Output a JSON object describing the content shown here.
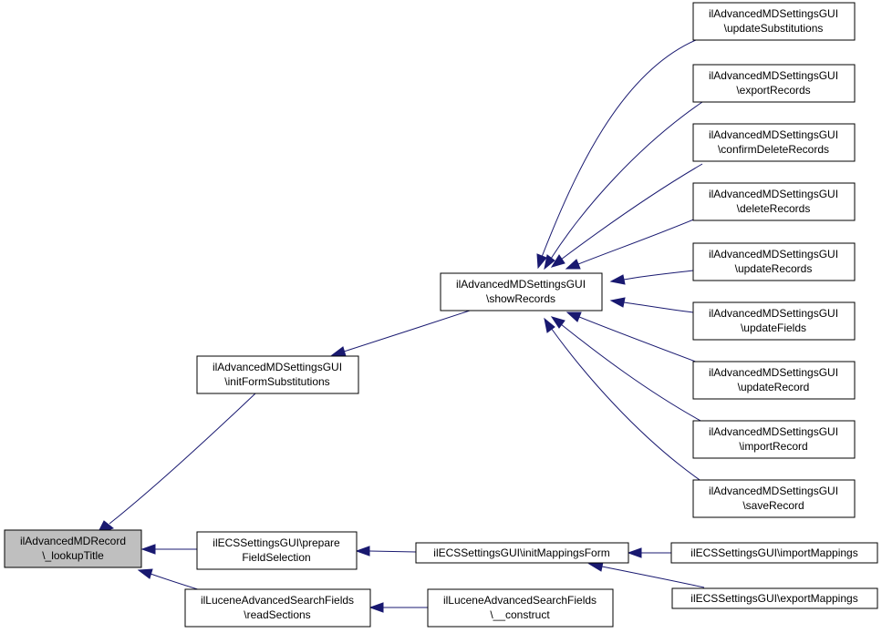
{
  "colors": {
    "edge": "#191970",
    "root_fill": "#bfbfbf",
    "node_fill": "#ffffff",
    "border": "#000000"
  },
  "nodes": {
    "root": {
      "line1": "ilAdvancedMDRecord",
      "line2": "\\_lookupTitle"
    },
    "init_form_substitutions": {
      "line1": "ilAdvancedMDSettingsGUI",
      "line2": "\\initFormSubstitutions"
    },
    "show_records": {
      "line1": "ilAdvancedMDSettingsGUI",
      "line2": "\\showRecords"
    },
    "update_substitutions": {
      "line1": "ilAdvancedMDSettingsGUI",
      "line2": "\\updateSubstitutions"
    },
    "export_records": {
      "line1": "ilAdvancedMDSettingsGUI",
      "line2": "\\exportRecords"
    },
    "confirm_delete_records": {
      "line1": "ilAdvancedMDSettingsGUI",
      "line2": "\\confirmDeleteRecords"
    },
    "delete_records": {
      "line1": "ilAdvancedMDSettingsGUI",
      "line2": "\\deleteRecords"
    },
    "update_records": {
      "line1": "ilAdvancedMDSettingsGUI",
      "line2": "\\updateRecords"
    },
    "update_fields": {
      "line1": "ilAdvancedMDSettingsGUI",
      "line2": "\\updateFields"
    },
    "update_record": {
      "line1": "ilAdvancedMDSettingsGUI",
      "line2": "\\updateRecord"
    },
    "import_record": {
      "line1": "ilAdvancedMDSettingsGUI",
      "line2": "\\importRecord"
    },
    "save_record": {
      "line1": "ilAdvancedMDSettingsGUI",
      "line2": "\\saveRecord"
    },
    "prepare_field_selection": {
      "line1": "ilECSSettingsGUI\\prepare",
      "line2": "FieldSelection"
    },
    "init_mappings_form": {
      "line1": "ilECSSettingsGUI\\initMappingsForm"
    },
    "import_mappings": {
      "line1": "ilECSSettingsGUI\\importMappings"
    },
    "export_mappings": {
      "line1": "ilECSSettingsGUI\\exportMappings"
    },
    "read_sections": {
      "line1": "ilLuceneAdvancedSearchFields",
      "line2": "\\readSections"
    },
    "construct": {
      "line1": "ilLuceneAdvancedSearchFields",
      "line2": "\\__construct"
    }
  }
}
